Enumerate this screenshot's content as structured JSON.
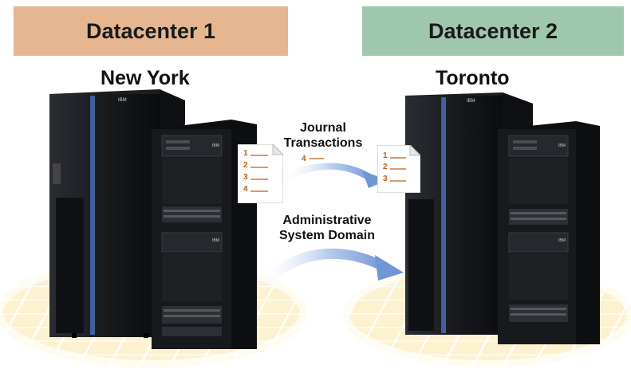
{
  "datacenters": [
    {
      "banner": "Datacenter 1",
      "city": "New York",
      "color": "#e5b68f"
    },
    {
      "banner": "Datacenter 2",
      "city": "Toronto",
      "color": "#9fc7ad"
    }
  ],
  "server_logo": "IBM",
  "journal_label": [
    "Journal",
    "Transactions"
  ],
  "admin_label": [
    "Administrative",
    "System Domain"
  ],
  "source_journal_entries": [
    "1",
    "2",
    "3",
    "4"
  ],
  "target_journal_entries": [
    "1",
    "2",
    "3"
  ],
  "in_transit_entry": "4",
  "colors": {
    "arrow": "#7a9fd6",
    "entry_text": "#c85a10",
    "floor_grid": "#e9dcaa"
  }
}
